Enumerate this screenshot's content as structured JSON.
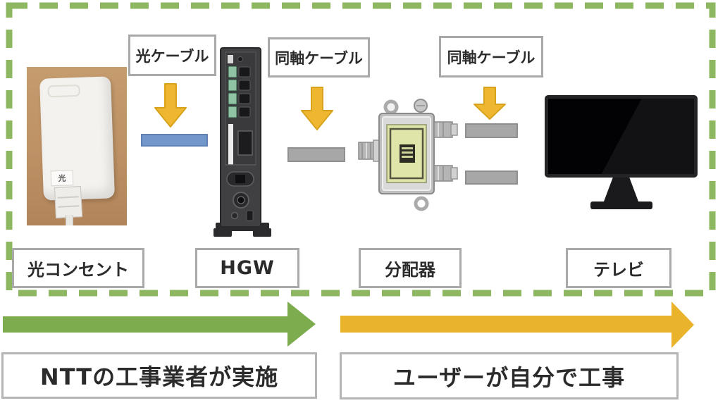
{
  "cable_labels": [
    {
      "label": "光ケーブル"
    },
    {
      "label": "同軸ケーブル"
    },
    {
      "label": "同軸ケーブル"
    }
  ],
  "devices": [
    {
      "label": "光コンセント"
    },
    {
      "label": "HGW"
    },
    {
      "label": "分配器"
    },
    {
      "label": "テレビ"
    }
  ],
  "optical_outlet_marking": "光",
  "flow": [
    {
      "label": "NTTの工事業者が実施",
      "color": "#7cac4e"
    },
    {
      "label": "ユーザーが自分で工事",
      "color": "#e9b32c"
    }
  ],
  "colors": {
    "dashed_border": "#8db761",
    "down_arrow": "#efb62f",
    "optical_cable_bar": "#7297cb",
    "coax_cable_bar": "#a7a7a7",
    "ntt_arrow": "#7cac4e",
    "user_arrow": "#e9b32c"
  }
}
